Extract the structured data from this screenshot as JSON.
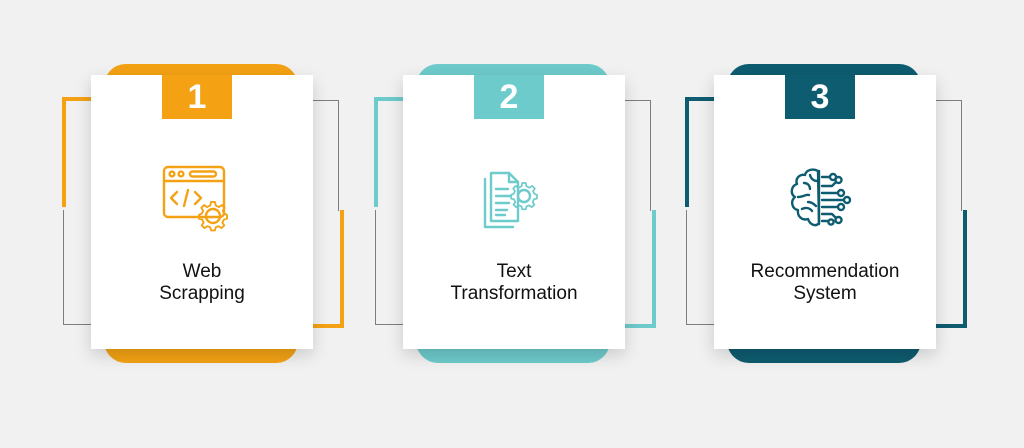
{
  "colors": {
    "step1": "#f4a214",
    "step2": "#6ecbcb",
    "step3": "#0e5c70",
    "frame_gray": "#7d7d7d",
    "background": "#f1f1f1"
  },
  "steps": [
    {
      "number": "1",
      "label_line1": "Web",
      "label_line2": "Scrapping",
      "icon": "code-window-gear-icon"
    },
    {
      "number": "2",
      "label_line1": "Text",
      "label_line2": "Transformation",
      "icon": "document-gear-icon"
    },
    {
      "number": "3",
      "label_line1": "Recommendation",
      "label_line2": "System",
      "icon": "brain-circuit-icon"
    }
  ]
}
